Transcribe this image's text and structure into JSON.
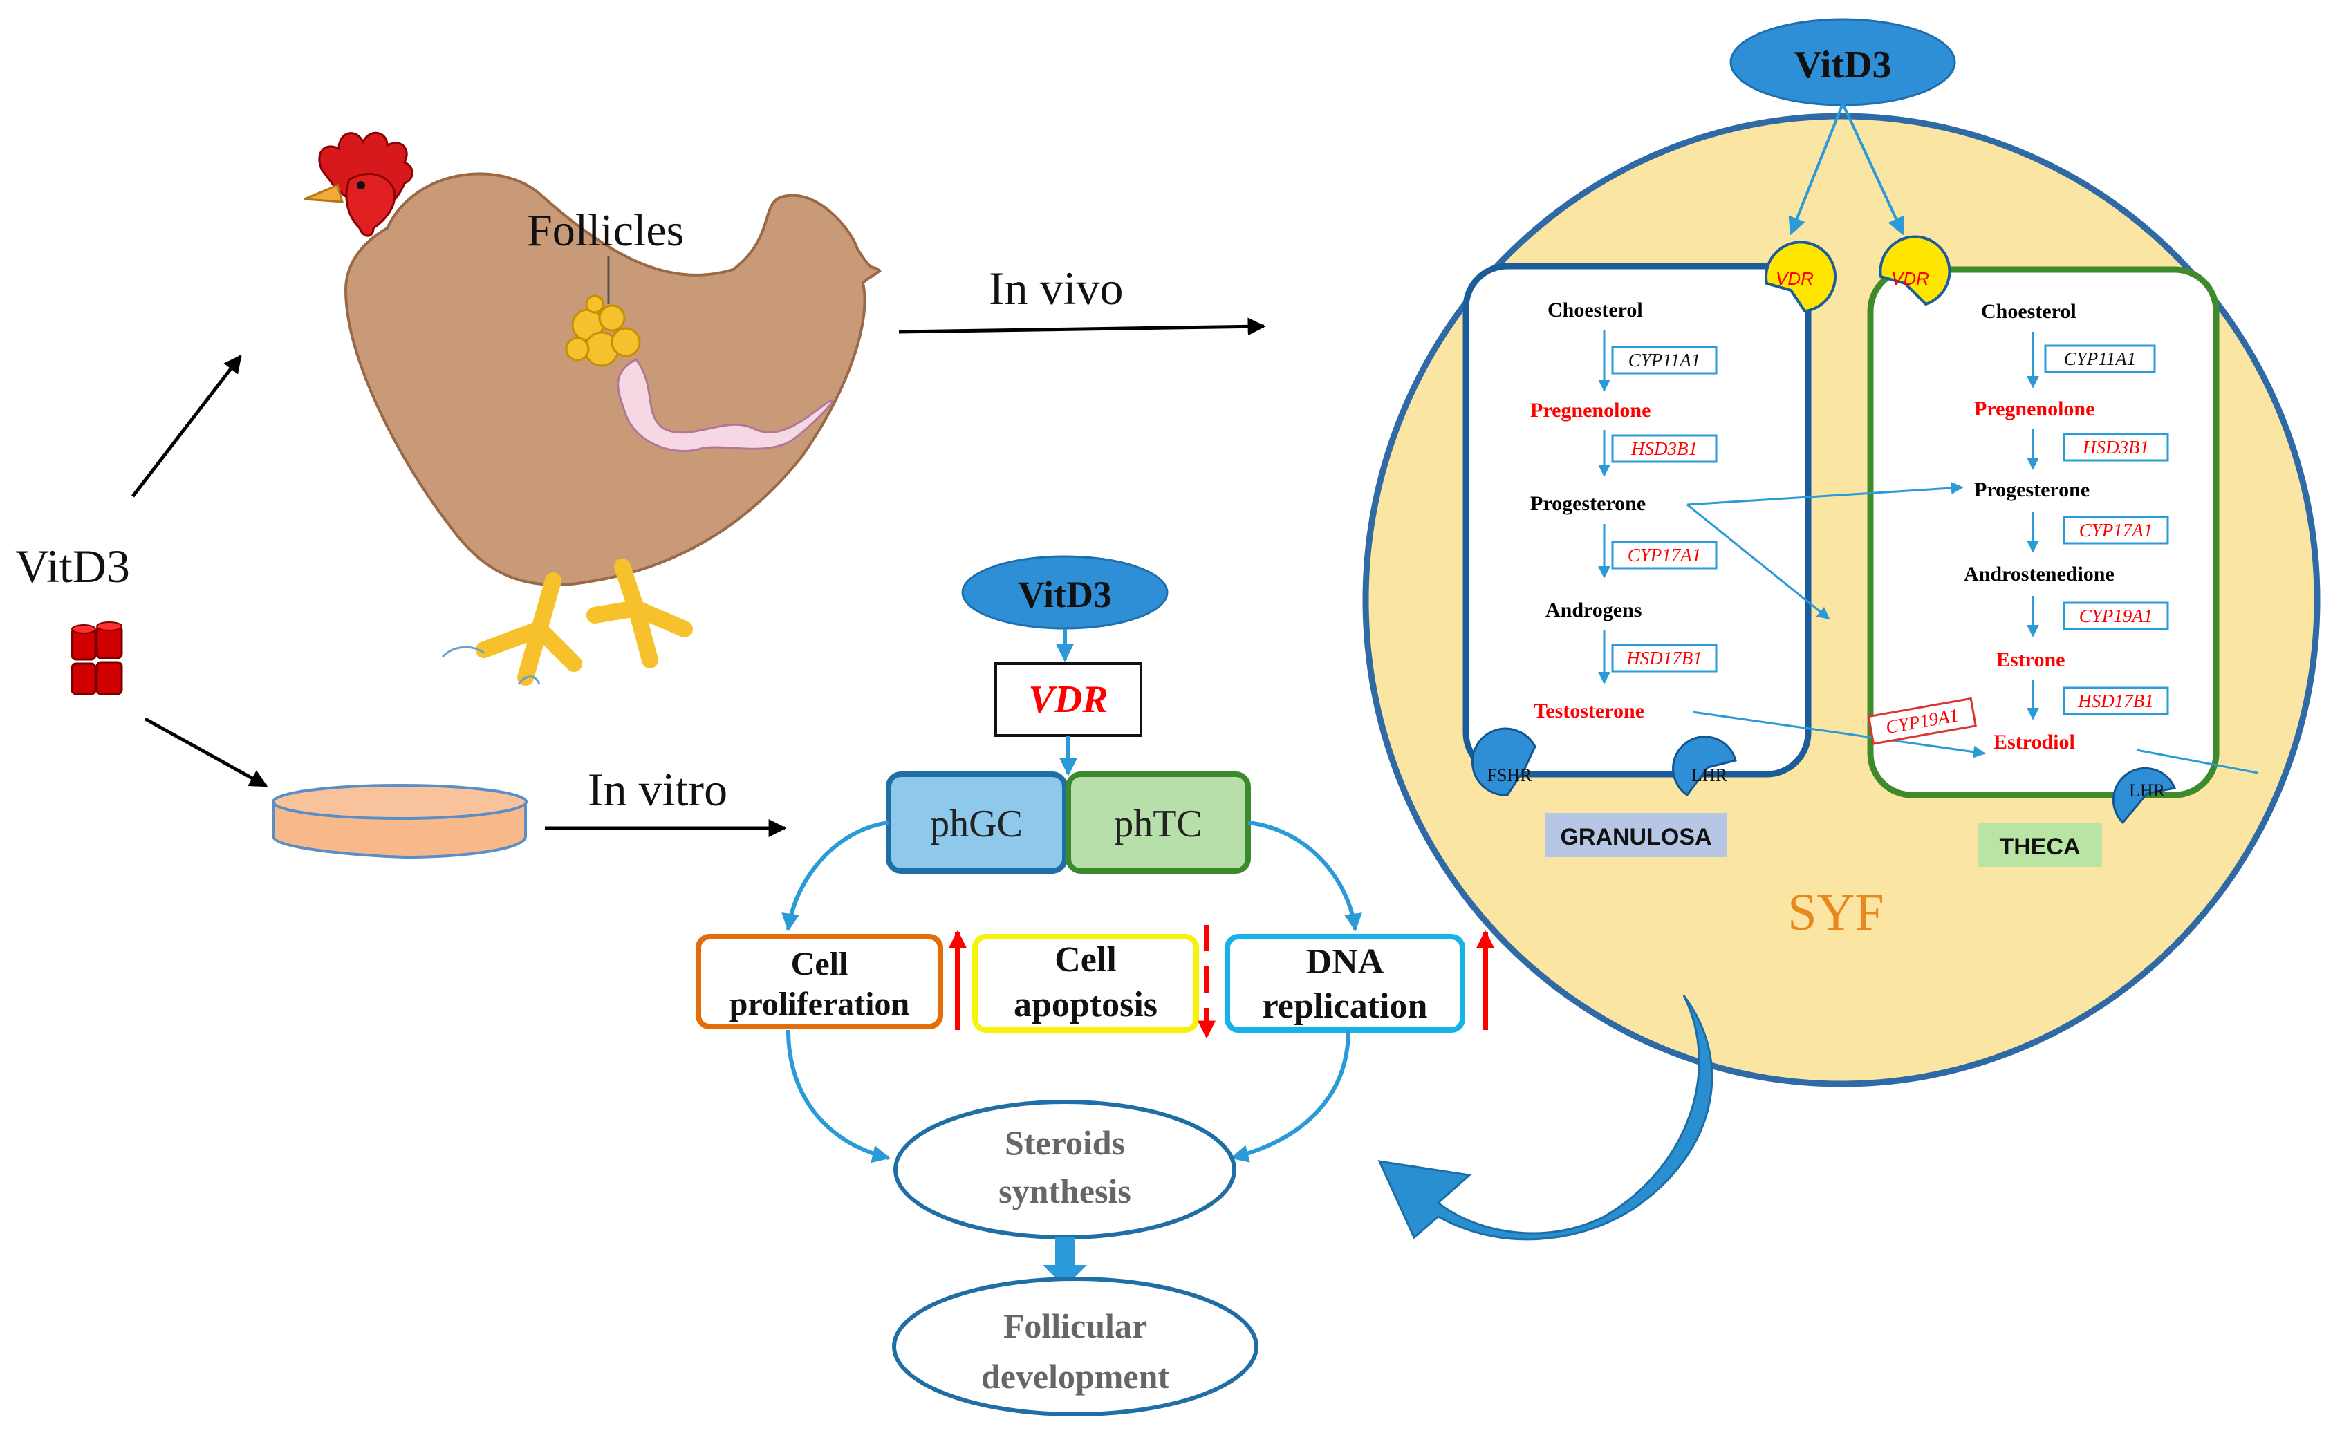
{
  "left": {
    "vitd3_label": "VitD3",
    "follicles_label": "Follicles",
    "in_vivo_label": "In vivo",
    "in_vitro_label": "In vitro"
  },
  "center": {
    "vitd3_label": "VitD3",
    "vdr_label": "VDR",
    "phgc_label": "phGC",
    "phtc_label": "phTC",
    "cell_proliferation": [
      "Cell",
      "proliferation"
    ],
    "cell_apoptosis": [
      "Cell",
      "apoptosis"
    ],
    "dna_replication": [
      "DNA",
      "replication"
    ],
    "steroids_synthesis": [
      "Steroids",
      "synthesis"
    ],
    "follicular_development": [
      "Follicular",
      "development"
    ]
  },
  "syf": {
    "vitd3_label": "VitD3",
    "syf_label": "SYF",
    "granulosa": {
      "label": "GRANULOSA",
      "vdr": "VDR",
      "fshr": "FSHR",
      "lhr": "LHR",
      "steps": [
        {
          "name": "Choesterol",
          "color": "#000000"
        },
        {
          "name": "Pregnenolone",
          "color": "#ff0000"
        },
        {
          "name": "Progesterone",
          "color": "#000000"
        },
        {
          "name": "Androgens",
          "color": "#000000"
        },
        {
          "name": "Testosterone",
          "color": "#ff0000"
        }
      ],
      "enzymes": [
        "CYP11A1",
        "HSD3B1",
        "CYP17A1",
        "HSD17B1"
      ]
    },
    "theca": {
      "label": "THECA",
      "vdr": "VDR",
      "lhr": "LHR",
      "steps": [
        {
          "name": "Choesterol",
          "color": "#000000"
        },
        {
          "name": "Pregnenolone",
          "color": "#ff0000"
        },
        {
          "name": "Progesterone",
          "color": "#000000"
        },
        {
          "name": "Androstenedione",
          "color": "#000000"
        },
        {
          "name": "Estrone",
          "color": "#ff0000"
        },
        {
          "name": "Estrodiol",
          "color": "#ff0000"
        }
      ],
      "enzymes": [
        "CYP11A1",
        "HSD3B1",
        "CYP17A1",
        "CYP19A1",
        "HSD17B1"
      ]
    },
    "cross_enzyme": "CYP19A1"
  },
  "colors": {
    "blue_fill": "#2e8fd6",
    "light_blue": "#8ec8ea",
    "light_green": "#b6dfaa",
    "syf_fill": "#fbe5a3",
    "arrow_blue": "#2a9ad8",
    "red": "#ff0000",
    "hen": "#c99a78",
    "dish": "#f8b98a"
  }
}
